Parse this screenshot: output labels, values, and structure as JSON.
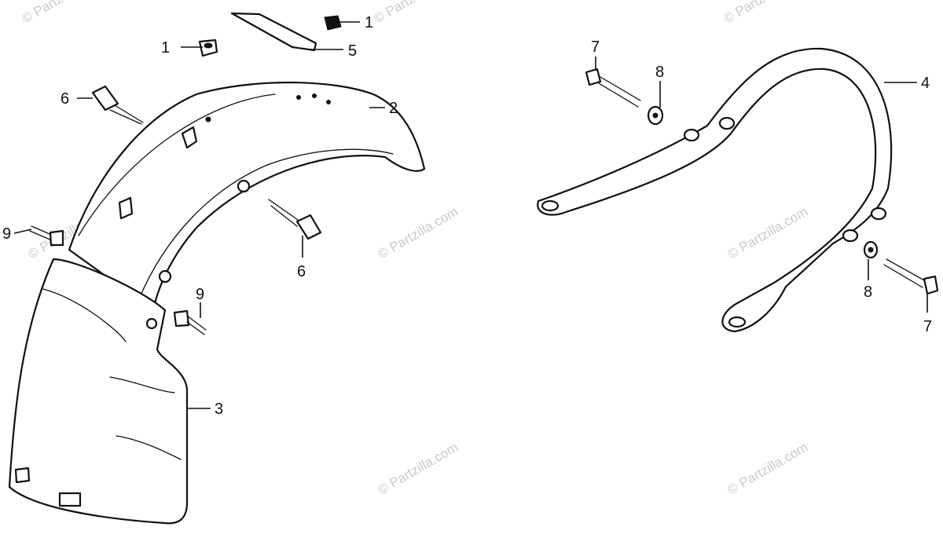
{
  "callouts": {
    "c1a": "1",
    "c1b": "1",
    "c2": "2",
    "c3": "3",
    "c4": "4",
    "c5": "5",
    "c6a": "6",
    "c6b": "6",
    "c7a": "7",
    "c7b": "7",
    "c8a": "8",
    "c8b": "8",
    "c9a": "9",
    "c9b": "9"
  },
  "watermark": {
    "text": "© Partzilla.com",
    "corner_text": "© Partz"
  }
}
